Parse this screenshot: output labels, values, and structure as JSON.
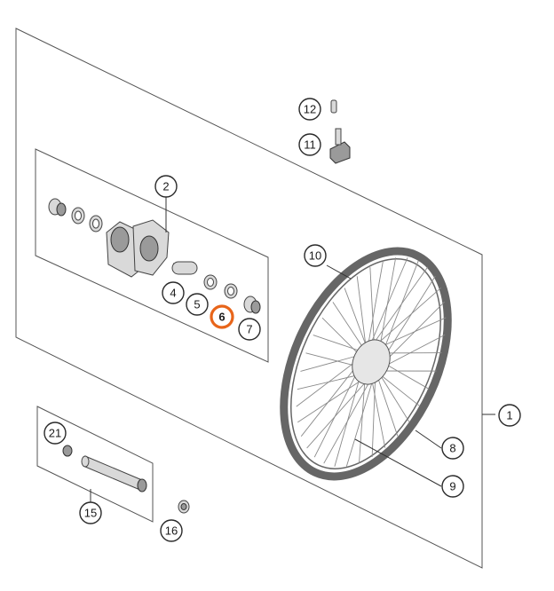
{
  "callouts": [
    {
      "id": "c1",
      "label": "1"
    },
    {
      "id": "c2",
      "label": "2"
    },
    {
      "id": "c4",
      "label": "4"
    },
    {
      "id": "c5",
      "label": "5"
    },
    {
      "id": "c6",
      "label": "6",
      "highlight": true
    },
    {
      "id": "c7",
      "label": "7"
    },
    {
      "id": "c8",
      "label": "8"
    },
    {
      "id": "c9",
      "label": "9"
    },
    {
      "id": "c10",
      "label": "10"
    },
    {
      "id": "c11",
      "label": "11"
    },
    {
      "id": "c12",
      "label": "12"
    },
    {
      "id": "c15",
      "label": "15"
    },
    {
      "id": "c16",
      "label": "16"
    },
    {
      "id": "c21",
      "label": "21"
    }
  ],
  "colors": {
    "highlight": "#e8651a",
    "line": "#333333",
    "part": "#d9d9d9"
  }
}
